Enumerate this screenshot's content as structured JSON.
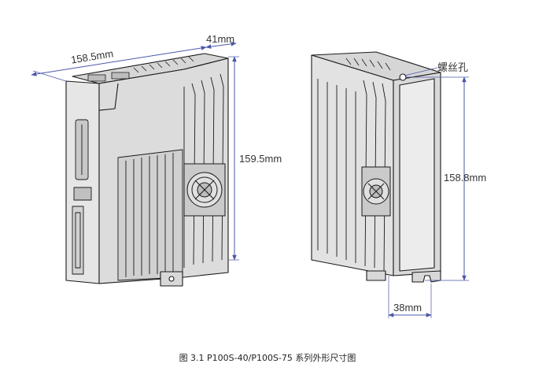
{
  "figure": {
    "caption": "图 3.1 P100S-40/P100S-75 系列外形尺寸图",
    "left_view": {
      "depth_label": "158.5mm",
      "width_label": "41mm",
      "height_label": "159.5mm"
    },
    "right_view": {
      "screw_hole_label": "螺丝孔",
      "hole_spacing_label": "158.8mm",
      "width_label": "38mm"
    },
    "colors": {
      "line": "#1a1a1a",
      "body_fill": "#e4e4e4",
      "body_dark": "#cfcfcf",
      "dimension_line": "#4a58a8"
    }
  }
}
